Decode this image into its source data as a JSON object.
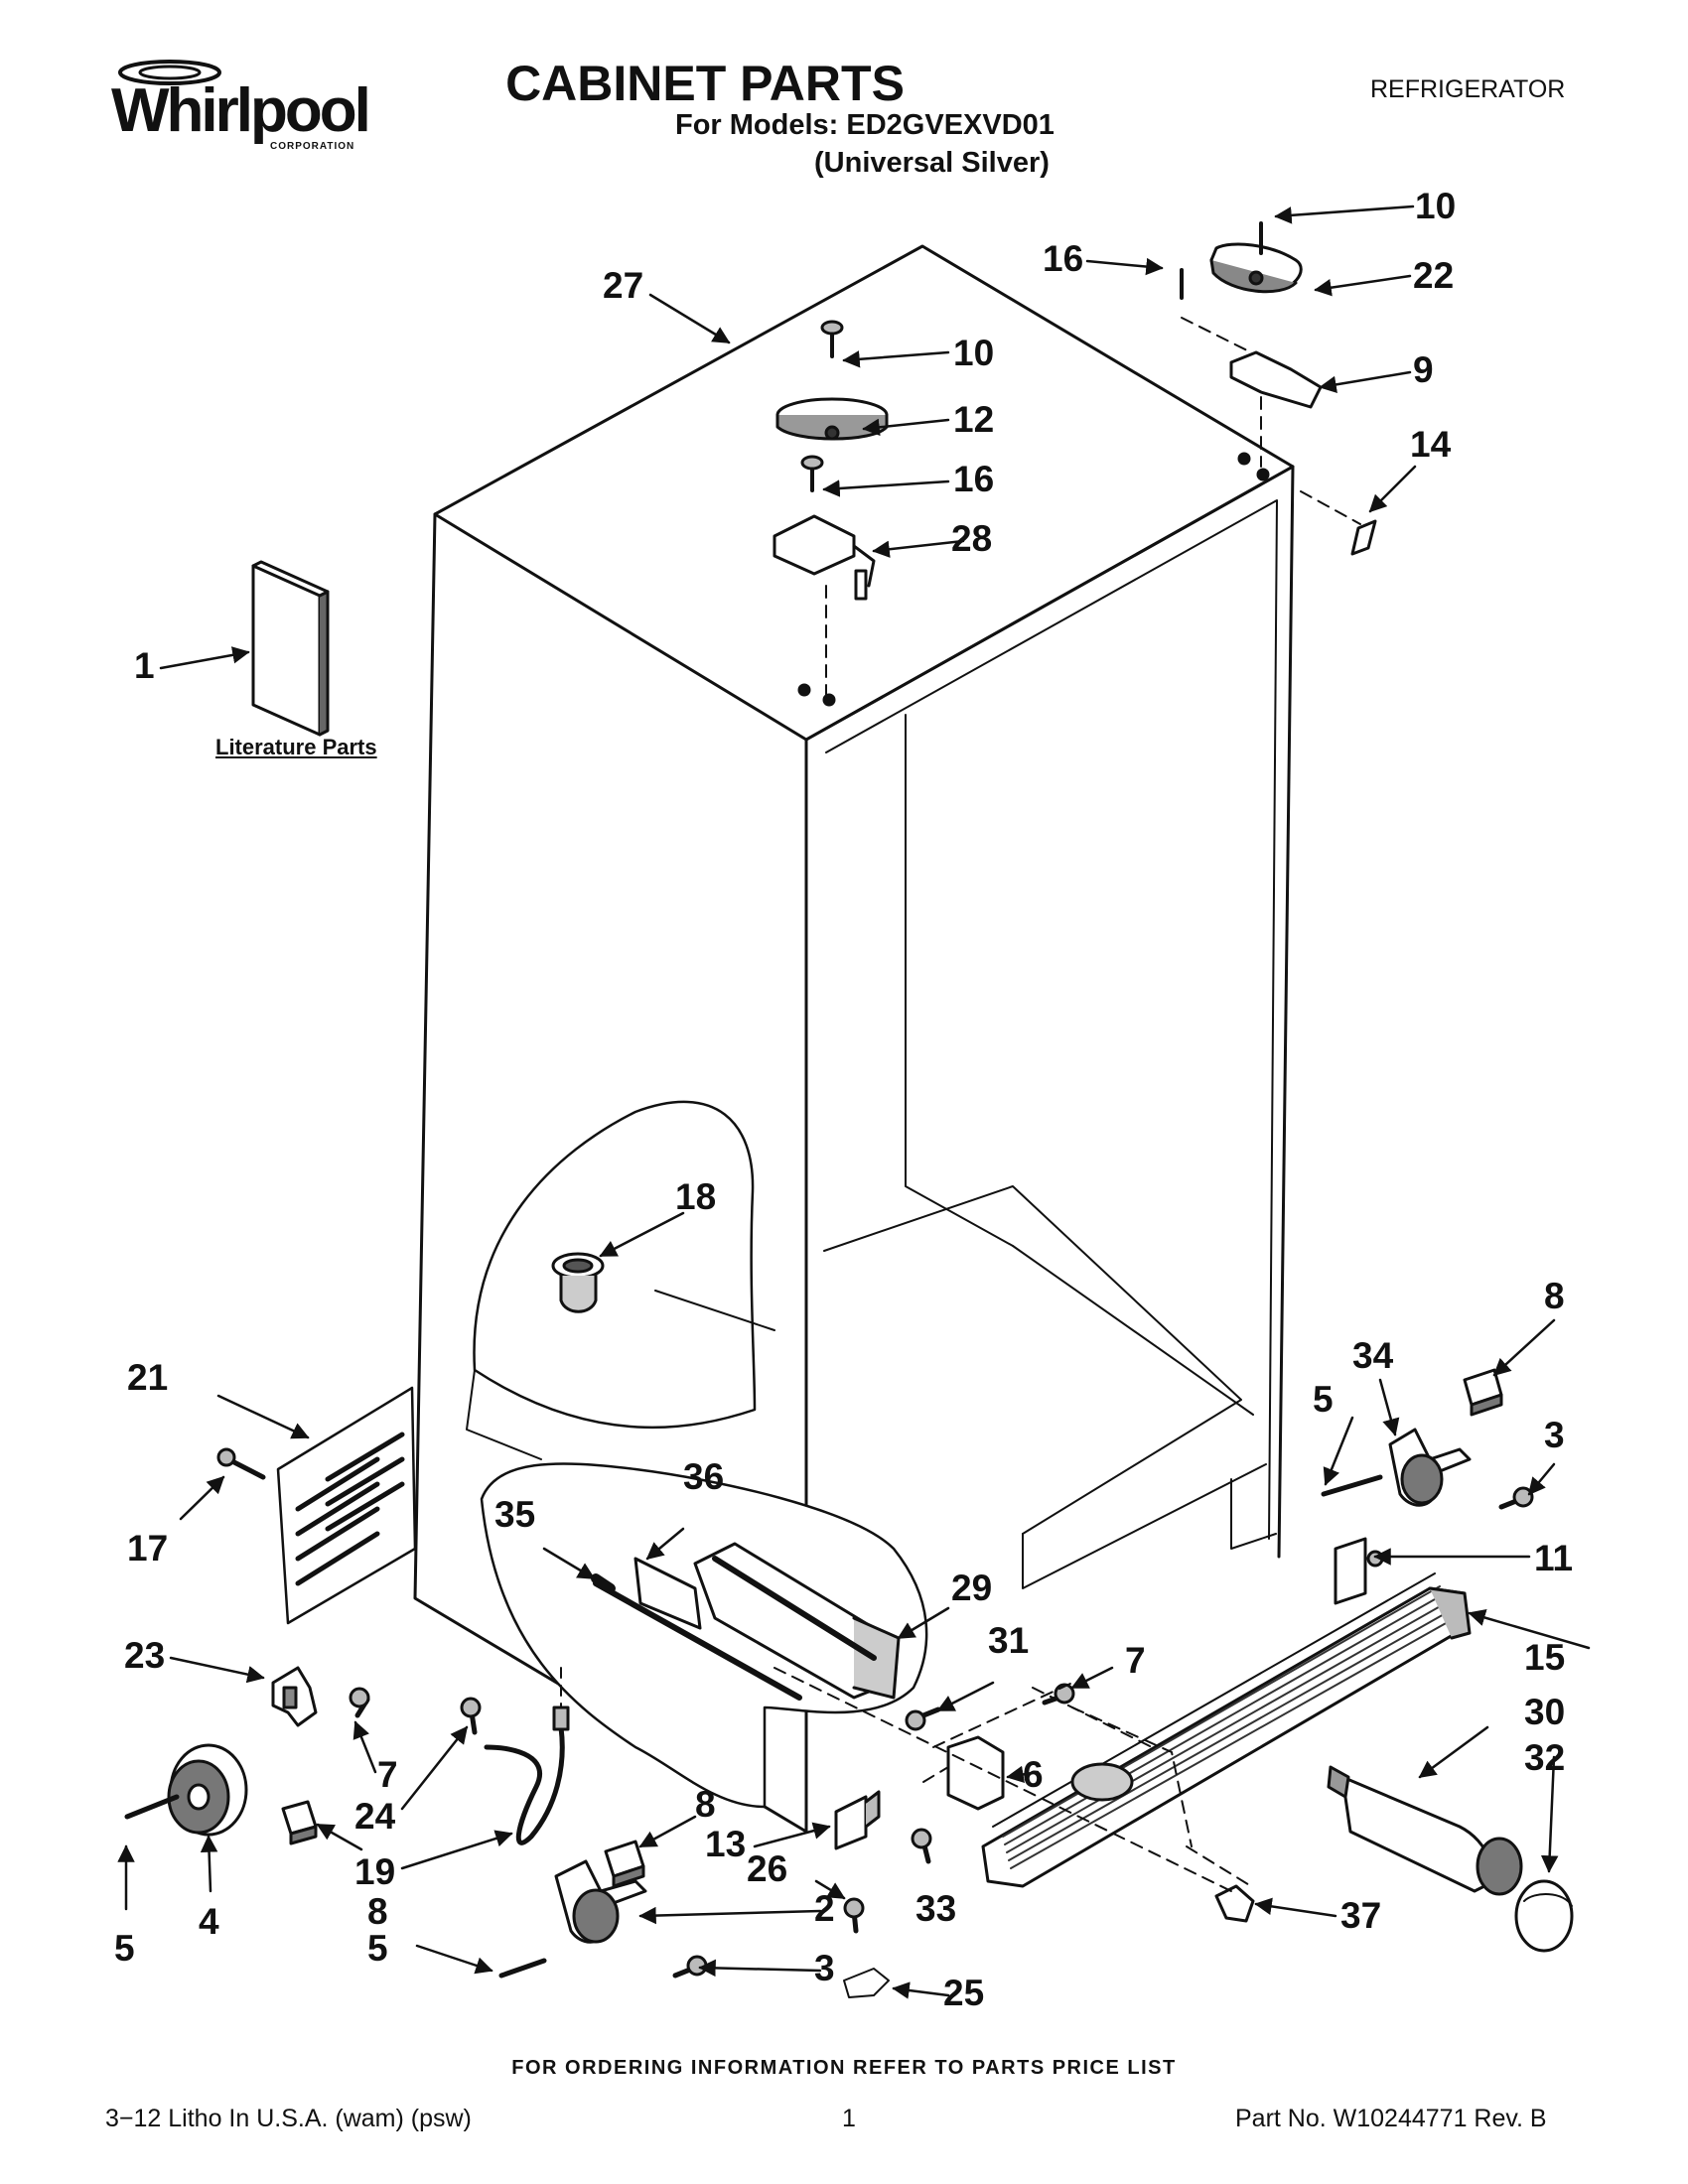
{
  "header": {
    "logo_text": "Whirlpool",
    "logo_subtext": "CORPORATION",
    "title": "CABINET PARTS",
    "models_line": "For Models: ED2GVEXVD01",
    "variant_line": "(Universal Silver)",
    "category": "REFRIGERATOR"
  },
  "diagram": {
    "literature_label": "Literature Parts",
    "callouts": [
      "1",
      "2",
      "3",
      "3",
      "5",
      "5",
      "5",
      "6",
      "7",
      "7",
      "8",
      "8",
      "8",
      "9",
      "10",
      "10",
      "11",
      "12",
      "13",
      "14",
      "15",
      "16",
      "16",
      "17",
      "18",
      "19",
      "21",
      "22",
      "23",
      "24",
      "25",
      "26",
      "27",
      "28",
      "29",
      "30",
      "31",
      "32",
      "33",
      "34",
      "35",
      "36",
      "37",
      "4"
    ]
  },
  "footer": {
    "ordering_info": "FOR ORDERING INFORMATION REFER TO PARTS PRICE LIST",
    "litho": "3−12 Litho In U.S.A. (wam) (psw)",
    "page_number": "1",
    "part_no": "Part No. W10244771 Rev. B"
  }
}
